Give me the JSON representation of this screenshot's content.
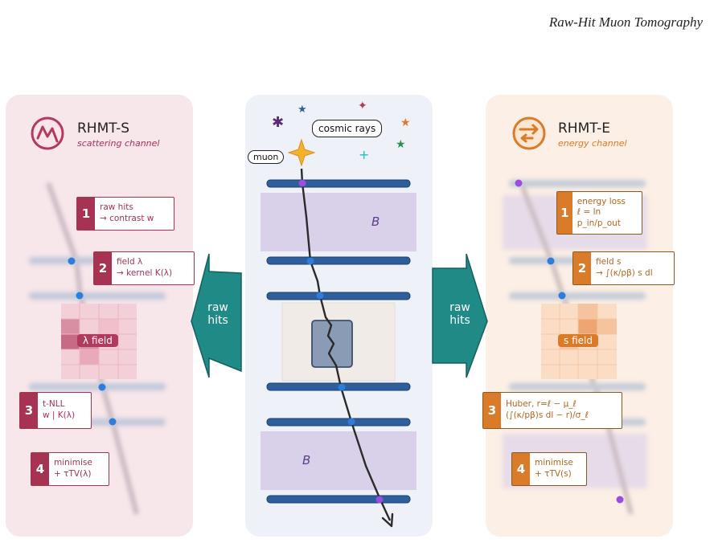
{
  "header": {
    "title": "Raw-Hit Muon Tomography"
  },
  "scatter_panel": {
    "title": "RHMT-S",
    "subtitle": "scattering channel",
    "field_label": "λ field",
    "steps": [
      {
        "num": "1",
        "line1": "raw hits",
        "line2": "→ contrast w"
      },
      {
        "num": "2",
        "line1": "field λ",
        "line2": "→ kernel K(λ)"
      },
      {
        "num": "3",
        "line1": "t-NLL",
        "line2": "w | K(λ)"
      },
      {
        "num": "4",
        "line1": "minimise",
        "line2": "+ τTV(λ)"
      }
    ]
  },
  "center_panel": {
    "cosmic_label": "cosmic rays",
    "muon_label": "muon",
    "field_label_top": "B",
    "field_label_bottom": "B"
  },
  "arrows": {
    "left_line1": "raw",
    "left_line2": "hits",
    "right_line1": "raw",
    "right_line2": "hits"
  },
  "energy_panel": {
    "title": "RHMT-E",
    "subtitle": "energy channel",
    "field_label": "s field",
    "steps": [
      {
        "num": "1",
        "line1": "energy loss",
        "line2": "ℓ = ln p_in/p_out"
      },
      {
        "num": "2",
        "line1": "field s",
        "line2": "→ ∫(κ/pβ) s dl"
      },
      {
        "num": "3",
        "line1": "Huber, r=ℓ − μ_ℓ",
        "line2": "(∫(κ/pβ)s dl − r)/σ_ℓ"
      },
      {
        "num": "4",
        "line1": "minimise",
        "line2": "+ τTV(s)"
      }
    ]
  },
  "colors": {
    "scatter_accent": "#a63352",
    "energy_accent": "#d97b29",
    "detector_bar": "#2e5f9c",
    "arrow_teal": "#1f8a86",
    "field_region": "#d9d0ea"
  }
}
